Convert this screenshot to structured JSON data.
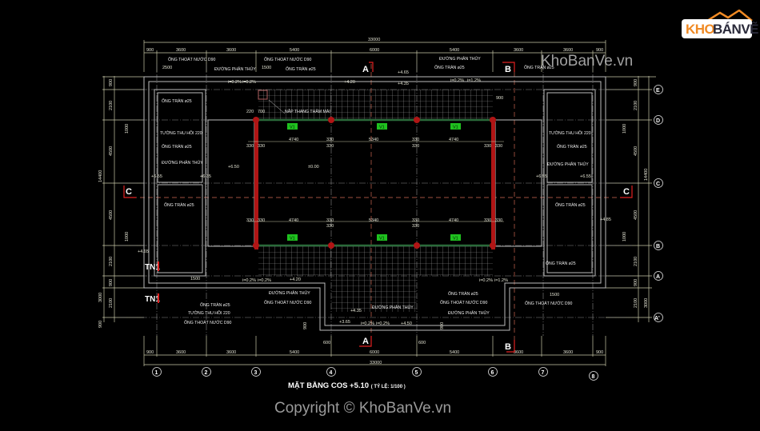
{
  "logo": {
    "kho": "KHO",
    "ban": "BÁNVẼ"
  },
  "watermark_top": "KhoBanVe.vn",
  "copyright": "Copyright © KhoBanVe.vn",
  "drawing_title": {
    "main": "MẶT BẰNG COS +5.10",
    "scale": "( TỶ LỆ: 1/100 )"
  },
  "overall_dims": {
    "top_total": "33000",
    "bottom_total": "33000",
    "left_total": "14400",
    "right_total": "14400"
  },
  "top_dims": [
    "900",
    "3600",
    "3600",
    "5400",
    "6000",
    "5400",
    "3600",
    "3600",
    "900"
  ],
  "bottom_dims": [
    "900",
    "3600",
    "3600",
    "5400",
    "6000",
    "5400",
    "3600",
    "3600",
    "900"
  ],
  "left_dims": [
    "900",
    "2100",
    "4500",
    "4500",
    "2100",
    "900",
    "3000",
    "2100",
    "900"
  ],
  "right_dims": [
    "900",
    "2100",
    "4500",
    "4500",
    "2100",
    "900",
    "3000",
    "2100",
    "900"
  ],
  "col_axes": [
    "1",
    "2",
    "3",
    "4",
    "5",
    "6",
    "7",
    "8"
  ],
  "row_axes": [
    "E",
    "D",
    "C",
    "B",
    "A",
    "A'"
  ],
  "section_marks": {
    "a_top": "A",
    "b_top": "B",
    "a_bottom": "A",
    "b_bottom": "B",
    "c_left": "C",
    "c_right": "C"
  },
  "inner_dims": {
    "span_side": "4740",
    "span_mid": "5340",
    "col_w": "330",
    "col_d": "330",
    "manhole": "700",
    "manhole_off": "220",
    "slab_900": "900",
    "dim_1000": "1000",
    "dim_1500": "1500",
    "dim_2500": "2500",
    "dim_600": "600"
  },
  "beams": [
    "V1",
    "V1",
    "V1"
  ],
  "elevations": [
    "+4.20",
    "+4.35",
    "+4.65",
    "+6.55",
    "+6.35",
    "+6.50",
    "±0.00",
    "+6.55",
    "+6.55",
    "+4.65",
    "+4.85",
    "+4.20",
    "+4.35",
    "+3.65",
    "+4.50"
  ],
  "slopes": [
    "i=0.2%",
    "i=0.2%",
    "i=0.2%",
    "i=1.2%"
  ],
  "labels": {
    "ong_thoat_d90": "ỐNG THOÁT NƯỚC D90",
    "ong_tran_25": "ỐNG TRÀN ø25",
    "duong_phan_thuy": "ĐƯỜNG PHÂN THỦY",
    "tuong_thu_hoi": "TƯỜNG THU HỒI 220",
    "nap_thang": "NẮP THANG THĂM MÁI",
    "tn1": "TN1"
  }
}
